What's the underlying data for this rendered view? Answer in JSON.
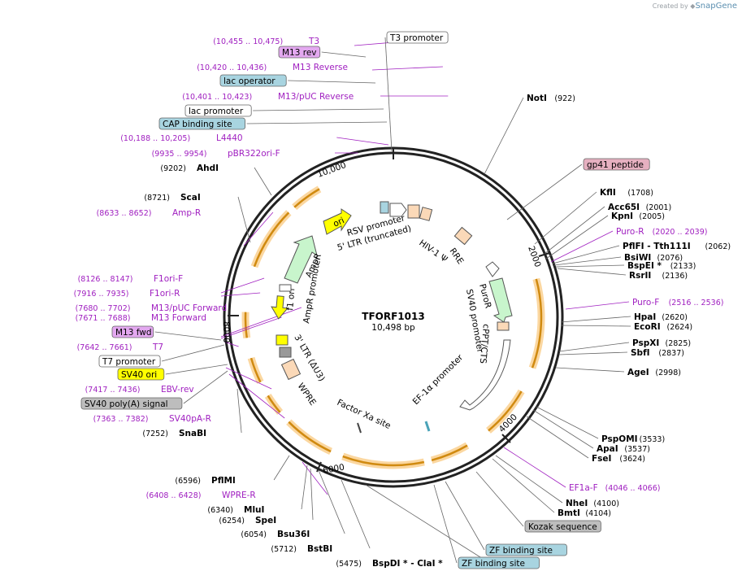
{
  "credit": {
    "prefix": "Created by",
    "brand": "SnapGene"
  },
  "plasmid": {
    "name": "TFORF1013",
    "length": "10,498 bp"
  },
  "ticks": [
    "10,000",
    "2000",
    "4000",
    "6000",
    "8000"
  ],
  "inner_labels": [
    "ori",
    "RSV promoter",
    "5' LTR (truncated)",
    "HIV-1 Ψ",
    "RRE",
    "PuroR",
    "SV40 promoter",
    "cPPT/CTS",
    "EF-1α promoter",
    "Factor Xa site",
    "WPRE",
    "3' LTR (ΔU3)",
    "f1 ori",
    "AmpR promoter",
    "AmpR"
  ],
  "outer_labels": [
    {
      "kind": "primer",
      "name": "T3",
      "pos": "(10,455 .. 10,475)"
    },
    {
      "kind": "boxp",
      "name": "M13 rev"
    },
    {
      "kind": "primer",
      "name": "M13 Reverse",
      "pos": "(10,420 .. 10,436)"
    },
    {
      "kind": "boxb",
      "name": "lac operator"
    },
    {
      "kind": "primer",
      "name": "M13/pUC Reverse",
      "pos": "(10,401 .. 10,423)"
    },
    {
      "kind": "boxw",
      "name": "lac promoter"
    },
    {
      "kind": "boxb",
      "name": "CAP binding site"
    },
    {
      "kind": "primer",
      "name": "L4440",
      "pos": "(10,188 .. 10,205)"
    },
    {
      "kind": "primer",
      "name": "pBR322ori-F",
      "pos": "(9935 .. 9954)"
    },
    {
      "kind": "enzyme",
      "name": "AhdI",
      "pos": "(9202)"
    },
    {
      "kind": "enzyme",
      "name": "ScaI",
      "pos": "(8721)"
    },
    {
      "kind": "primer",
      "name": "Amp-R",
      "pos": "(8633 .. 8652)"
    },
    {
      "kind": "primer",
      "name": "F1ori-F",
      "pos": "(8126 .. 8147)"
    },
    {
      "kind": "primer",
      "name": "F1ori-R",
      "pos": "(7916 .. 7935)"
    },
    {
      "kind": "primer",
      "name": "M13/pUC Forward",
      "pos": "(7680 .. 7702)"
    },
    {
      "kind": "primer",
      "name": "M13 Forward",
      "pos": "(7671 .. 7688)"
    },
    {
      "kind": "boxp",
      "name": "M13 fwd"
    },
    {
      "kind": "primer",
      "name": "T7",
      "pos": "(7642 .. 7661)"
    },
    {
      "kind": "boxw",
      "name": "T7 promoter"
    },
    {
      "kind": "boxy",
      "name": "SV40 ori"
    },
    {
      "kind": "primer",
      "name": "EBV-rev",
      "pos": "(7417 .. 7436)"
    },
    {
      "kind": "boxg",
      "name": "SV40 poly(A) signal"
    },
    {
      "kind": "primer",
      "name": "SV40pA-R",
      "pos": "(7363 .. 7382)"
    },
    {
      "kind": "enzyme",
      "name": "SnaBI",
      "pos": "(7252)"
    },
    {
      "kind": "enzyme",
      "name": "PflMI",
      "pos": "(6596)"
    },
    {
      "kind": "primer",
      "name": "WPRE-R",
      "pos": "(6408 .. 6428)"
    },
    {
      "kind": "enzyme",
      "name": "MluI",
      "pos": "(6340)"
    },
    {
      "kind": "enzyme",
      "name": "SpeI",
      "pos": "(6254)"
    },
    {
      "kind": "enzyme",
      "name": "Bsu36I",
      "pos": "(6054)"
    },
    {
      "kind": "enzyme",
      "name": "BstBI",
      "pos": "(5712)"
    },
    {
      "kind": "enzyme",
      "name": "BspDI * - ClaI *",
      "pos": "(5475)"
    },
    {
      "kind": "boxw",
      "name": "T3 promoter"
    },
    {
      "kind": "enzyme",
      "name": "NotI",
      "pos": "(922)"
    },
    {
      "kind": "boxpink",
      "name": "gp41 peptide"
    },
    {
      "kind": "enzyme",
      "name": "KflI",
      "pos": "(1708)"
    },
    {
      "kind": "enzyme",
      "name": "Acc65I",
      "pos": "(2001)"
    },
    {
      "kind": "enzyme",
      "name": "KpnI",
      "pos": "(2005)"
    },
    {
      "kind": "primer",
      "name": "Puro-R",
      "pos": "(2020 .. 2039)"
    },
    {
      "kind": "enzyme",
      "name": "PflFI - Tth111I",
      "pos": "(2062)"
    },
    {
      "kind": "enzyme",
      "name": "BsiWI",
      "pos": "(2076)"
    },
    {
      "kind": "enzyme",
      "name": "BspEI *",
      "pos": "(2133)"
    },
    {
      "kind": "enzyme",
      "name": "RsrII",
      "pos": "(2136)"
    },
    {
      "kind": "primer",
      "name": "Puro-F",
      "pos": "(2516 .. 2536)"
    },
    {
      "kind": "enzyme",
      "name": "HpaI",
      "pos": "(2620)"
    },
    {
      "kind": "enzyme",
      "name": "EcoRI",
      "pos": "(2624)"
    },
    {
      "kind": "enzyme",
      "name": "PspXI",
      "pos": "(2825)"
    },
    {
      "kind": "enzyme",
      "name": "SbfI",
      "pos": "(2837)"
    },
    {
      "kind": "enzyme",
      "name": "AgeI",
      "pos": "(2998)"
    },
    {
      "kind": "enzyme",
      "name": "PspOMI",
      "pos": "(3533)"
    },
    {
      "kind": "enzyme",
      "name": "ApaI",
      "pos": "(3537)"
    },
    {
      "kind": "enzyme",
      "name": "FseI",
      "pos": "(3624)"
    },
    {
      "kind": "primer",
      "name": "EF1a-F",
      "pos": "(4046 .. 4066)"
    },
    {
      "kind": "enzyme",
      "name": "NheI",
      "pos": "(4100)"
    },
    {
      "kind": "enzyme",
      "name": "BmtI",
      "pos": "(4104)"
    },
    {
      "kind": "boxg",
      "name": "Kozak sequence"
    },
    {
      "kind": "boxb",
      "name": "ZF binding site"
    },
    {
      "kind": "boxb",
      "name": "ZF binding site"
    }
  ],
  "colors": {
    "primer": "#a020c0",
    "lac": "#a8d4e0",
    "m13": "#e3a8f0",
    "ori": "#ffff00",
    "grey": "#bdbdbd",
    "pink": "#e6b0c0",
    "orange": "#f5a623",
    "amp": "#c8f5cc"
  }
}
